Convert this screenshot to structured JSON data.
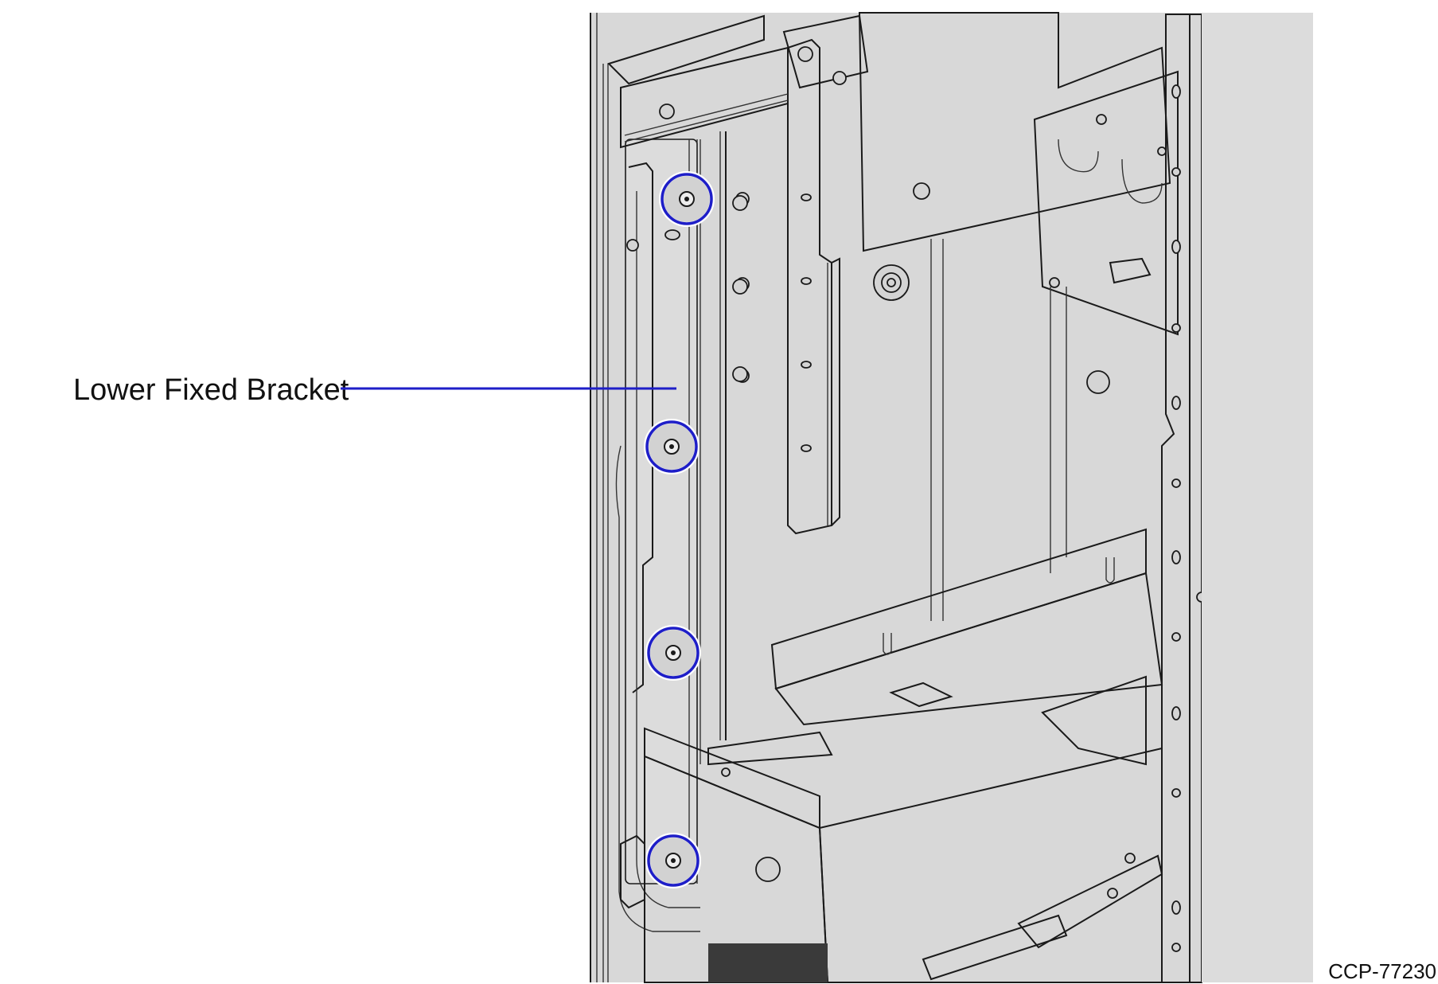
{
  "diagram": {
    "callout": {
      "label": "Lower Fixed Bracket",
      "highlight_color": "#1e1ec8"
    },
    "figure_id": "CCP-77230",
    "highlighted_fasteners": [
      "screw",
      "screw",
      "screw",
      "screw"
    ],
    "colors": {
      "panel": "#d8d8d8",
      "line": "#1a1a1a",
      "background": "#ffffff"
    }
  }
}
